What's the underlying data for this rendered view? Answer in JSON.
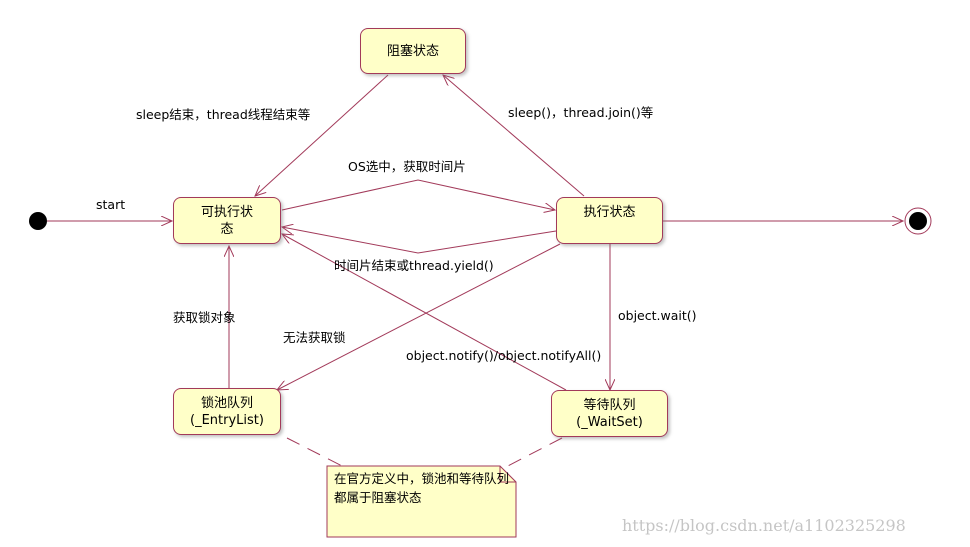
{
  "states": {
    "blocked": "阻塞状态",
    "runnable_line1": "可执行状",
    "runnable_line2": "态",
    "running": "执行状态",
    "entry_line1": "锁池队列",
    "entry_line2": "(_EntryList)",
    "wait_line1": "等待队列",
    "wait_line2": "(_WaitSet)"
  },
  "transitions": {
    "start": "start",
    "blocked_to_runnable": "sleep结束，thread线程结束等",
    "running_to_blocked": "sleep()，thread.join()等",
    "os_select": "OS选中，获取时间片",
    "yield": "时间片结束或thread.yield()",
    "acquire_lock": "获取锁对象",
    "no_lock": "无法获取锁",
    "notify": "object.notify()/object.notifyAll()",
    "wait": "object.wait()"
  },
  "note": {
    "text": "在官方定义中，锁池和等待队列都属于阻塞状态"
  },
  "watermark": "https://blog.csdn.net/a1102325298",
  "colors": {
    "state_fill": "#ffffc8",
    "state_border": "#a23a5a",
    "edge": "#a23a5a",
    "note_fill": "#ffffc8"
  }
}
